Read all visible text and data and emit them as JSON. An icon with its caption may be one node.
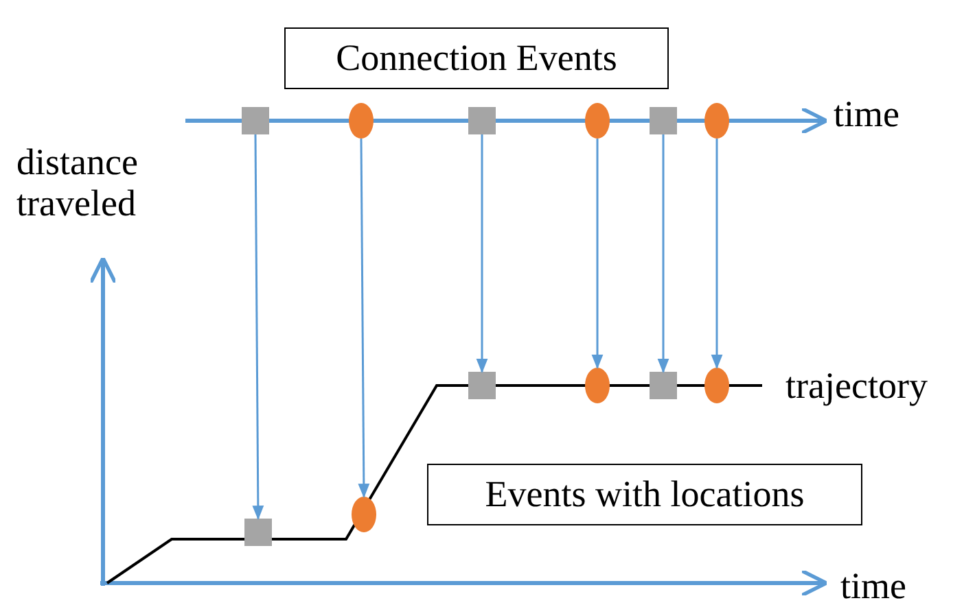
{
  "diagram": {
    "nodes": [
      {
        "text": [
          "Connection Events"
        ]
      },
      {
        "text": [
          "Events with locations"
        ]
      },
      {
        "text": [],
        "shape": "box"
      },
      {
        "text": [],
        "shape": "circle"
      },
      {
        "text": [],
        "shape": "box"
      },
      {
        "text": [],
        "shape": "circle"
      },
      {
        "text": [],
        "shape": "box"
      },
      {
        "text": [],
        "shape": "circle"
      },
      {
        "text": [],
        "shape": "box"
      },
      {
        "text": [],
        "shape": "circle"
      },
      {
        "text": [],
        "shape": "box"
      },
      {
        "text": [],
        "shape": "circle"
      },
      {
        "text": [],
        "shape": "box"
      },
      {
        "text": [],
        "shape": "circle"
      }
    ],
    "edges": [
      {
        "from": 2,
        "to": 8,
        "arrow": "to"
      },
      {
        "from": 3,
        "to": 9,
        "arrow": "to"
      },
      {
        "from": 4,
        "to": 10,
        "arrow": "to"
      },
      {
        "from": 5,
        "to": 11,
        "arrow": "to"
      },
      {
        "from": 6,
        "to": 12,
        "arrow": "to"
      },
      {
        "from": 7,
        "to": 13,
        "arrow": "to"
      }
    ],
    "labels": [
      "time",
      "distance traveled",
      "trajectory",
      "time"
    ]
  }
}
